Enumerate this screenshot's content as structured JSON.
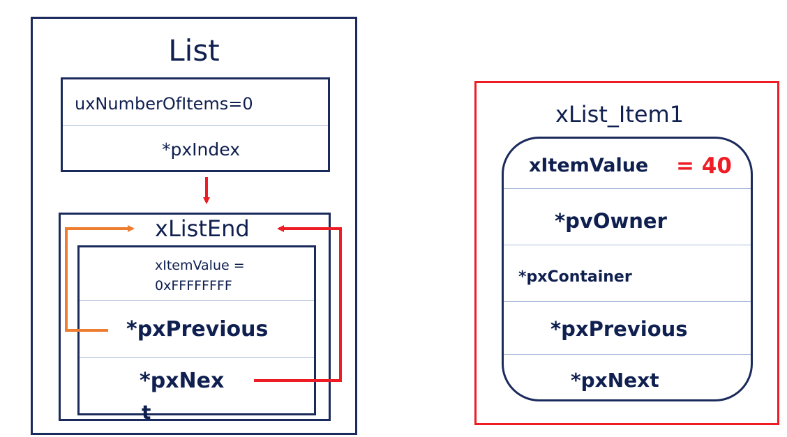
{
  "list": {
    "title": "List",
    "number_of_items": "uxNumberOfItems=0",
    "px_index": "*pxIndex",
    "list_end": {
      "title": "xListEnd",
      "item_value_line1": "xItemValue =",
      "item_value_line2": "0xFFFFFFFF",
      "px_previous": "*pxPrevious",
      "px_next_part1": "*pxNex",
      "px_next_part2": "t"
    }
  },
  "list_item": {
    "title": "xList_Item1",
    "item_value_label": "xItemValue",
    "item_value_eq": "= 40",
    "pv_owner": "*pvOwner",
    "px_container": "*pxContainer",
    "px_previous": "*pxPrevious",
    "px_next": "*pxNext"
  },
  "colors": {
    "navy": "#1b2a5c",
    "red_arrow": "#ee1c24",
    "orange_arrow": "#ed7d31",
    "divider": "#a9b9d8"
  }
}
